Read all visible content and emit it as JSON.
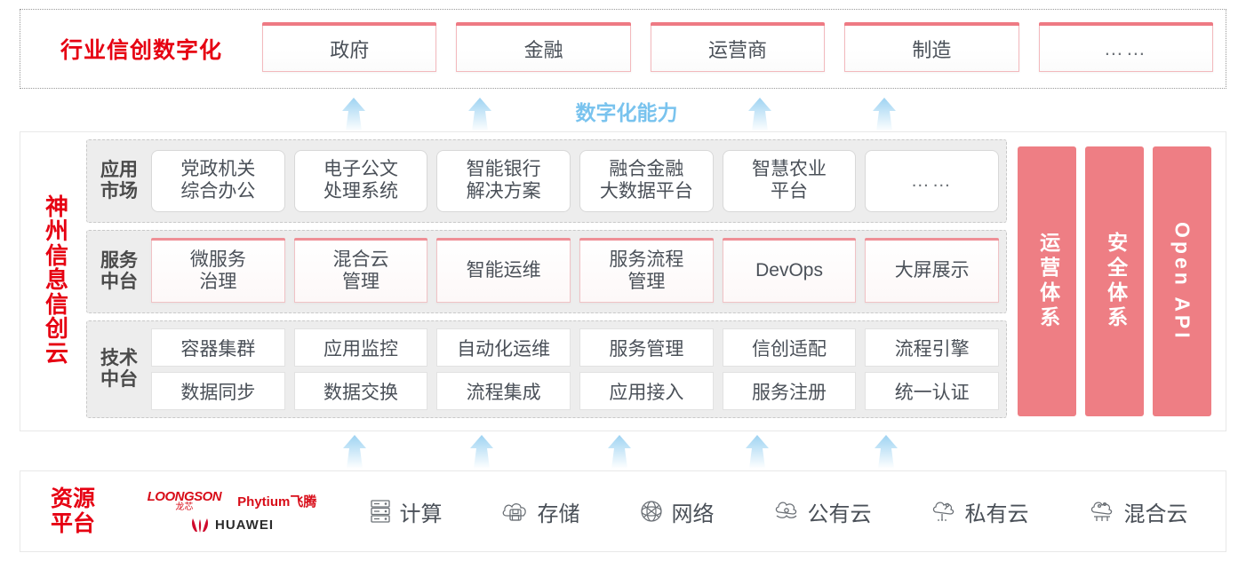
{
  "colors": {
    "brand_red": "#e60012",
    "card_accent": "#ee7a84",
    "pillar_pink": "#ee7e84",
    "arrow_blue": "#79c3ee",
    "band_gray": "#ededed",
    "text_gray": "#4a5058"
  },
  "industry": {
    "title": "行业信创数字化",
    "cards": [
      {
        "label": "政府"
      },
      {
        "label": "金融"
      },
      {
        "label": "运营商"
      },
      {
        "label": "制造"
      },
      {
        "label": "……"
      }
    ]
  },
  "capability": {
    "label": "数字化能力",
    "arrow_count": 4
  },
  "cloud": {
    "title_chars": [
      "神",
      "州",
      "信",
      "息",
      "信",
      "创",
      "云"
    ],
    "layers": [
      {
        "label": "应用\n市场",
        "label_line1": "应用",
        "label_line2": "市场",
        "cards": [
          {
            "line1": "党政机关",
            "line2": "综合办公"
          },
          {
            "line1": "电子公文",
            "line2": "处理系统"
          },
          {
            "line1": "智能银行",
            "line2": "解决方案"
          },
          {
            "line1": "融合金融",
            "line2": "大数据平台"
          },
          {
            "line1": "智慧农业",
            "line2": "平台"
          },
          {
            "line1": "……",
            "line2": ""
          }
        ]
      },
      {
        "label_line1": "服务",
        "label_line2": "中台",
        "cards": [
          {
            "line1": "微服务",
            "line2": "治理"
          },
          {
            "line1": "混合云",
            "line2": "管理"
          },
          {
            "line1": "智能运维",
            "line2": ""
          },
          {
            "line1": "服务流程",
            "line2": "管理"
          },
          {
            "line1": "DevOps",
            "line2": ""
          },
          {
            "line1": "大屏展示",
            "line2": ""
          }
        ]
      },
      {
        "label_line1": "技术",
        "label_line2": "中台",
        "row1": [
          "容器集群",
          "应用监控",
          "自动化运维",
          "服务管理",
          "信创适配",
          "流程引擎"
        ],
        "row2": [
          "数据同步",
          "数据交换",
          "流程集成",
          "应用接入",
          "服务注册",
          "统一认证"
        ]
      }
    ],
    "pillars": [
      {
        "text": "运营体系",
        "type": "cn"
      },
      {
        "text": "安全体系",
        "type": "cn"
      },
      {
        "text": "Open API",
        "type": "en"
      }
    ]
  },
  "lower_arrows": {
    "arrow_count": 5
  },
  "resource": {
    "title_line1": "资源",
    "title_line2": "平台",
    "vendors": [
      {
        "name": "LOONGSON",
        "sub": "龙芯",
        "icon": "loongson-logo"
      },
      {
        "name": "Phytium飞腾",
        "icon": "phytium-logo"
      },
      {
        "name": "HUAWEI",
        "icon": "huawei-logo"
      }
    ],
    "items": [
      {
        "label": "计算",
        "icon": "server-rack-icon"
      },
      {
        "label": "存储",
        "icon": "cloud-storage-icon"
      },
      {
        "label": "网络",
        "icon": "network-mesh-icon"
      },
      {
        "label": "公有云",
        "icon": "public-cloud-icon"
      },
      {
        "label": "私有云",
        "icon": "private-cloud-icon"
      },
      {
        "label": "混合云",
        "icon": "hybrid-cloud-icon"
      }
    ]
  }
}
